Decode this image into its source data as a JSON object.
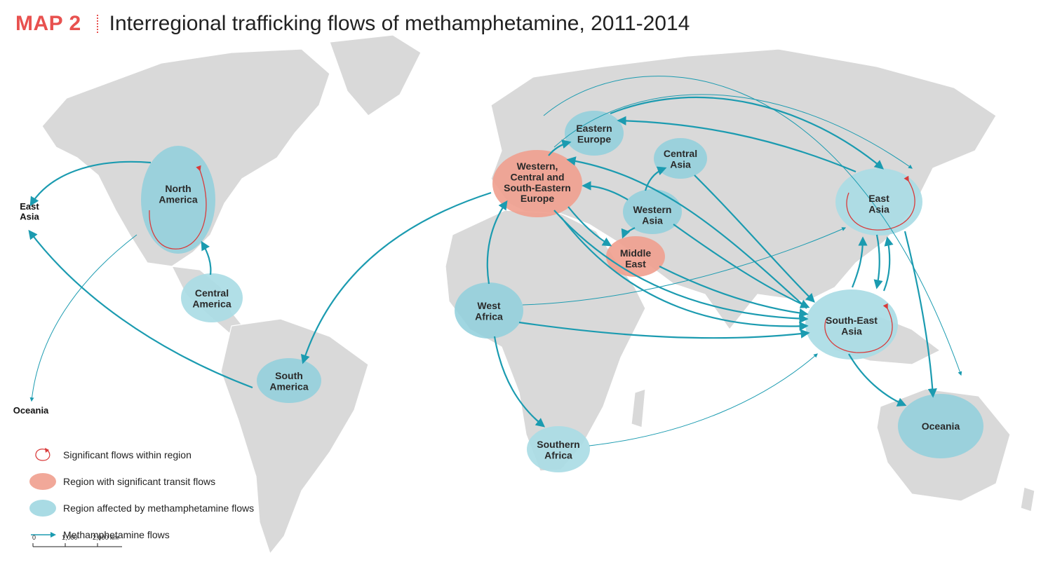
{
  "header": {
    "map_label": "MAP 2",
    "title": "Interregional trafficking flows of methamphetamine, 2011-2014"
  },
  "colors": {
    "land": "#d9d9d9",
    "affected_region": "#8fcfdc",
    "transit_region": "#ef9e8e",
    "flow": "#1b9bb0",
    "within_flow": "#d93b3b",
    "title_red": "#e8514f"
  },
  "regions": {
    "north_america": "North America",
    "central_america": "Central America",
    "south_america": "South America",
    "west_africa": "West Africa",
    "southern_africa": "Southern Africa",
    "eastern_europe": "Eastern Europe",
    "western_europe": "Western, Central and South-Eastern Europe",
    "central_asia": "Central Asia",
    "western_asia": "Western Asia",
    "middle_east": "Middle East",
    "east_asia": "East Asia",
    "south_east_asia": "South-East Asia",
    "oceania": "Oceania"
  },
  "edge_labels": {
    "east_asia_left": "East Asia",
    "oceania_left": "Oceania"
  },
  "legend": {
    "within_region": "Significant flows within region",
    "transit": "Region with significant transit flows",
    "affected": "Region affected by methamphetamine flows",
    "flows": "Methamphetamine flows"
  },
  "scale": {
    "label_0": "0",
    "label_1": "1,000",
    "label_2": "2,000 km"
  }
}
